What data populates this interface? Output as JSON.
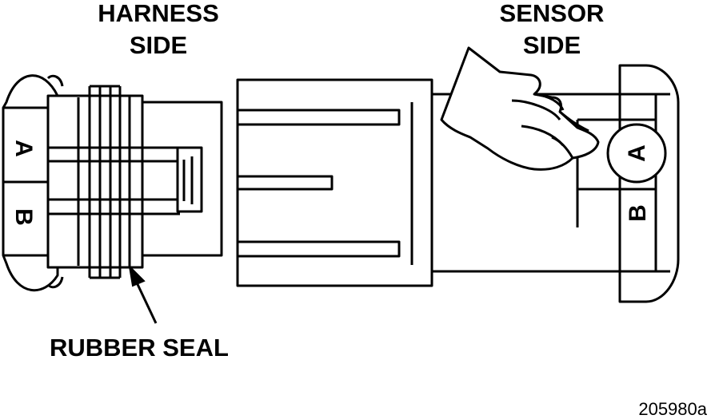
{
  "labels": {
    "harness_side_1": "HARNESS",
    "harness_side_2": "SIDE",
    "sensor_side_1": "SENSOR",
    "sensor_side_2": "SIDE",
    "rubber_seal": "RUBBER SEAL",
    "figure_id": "205980a"
  },
  "harness_pins": {
    "a": "A",
    "b": "B"
  },
  "sensor_pins": {
    "a": "A",
    "b": "B"
  },
  "icons": [
    "pointing-hand-icon",
    "callout-arrow-icon"
  ]
}
